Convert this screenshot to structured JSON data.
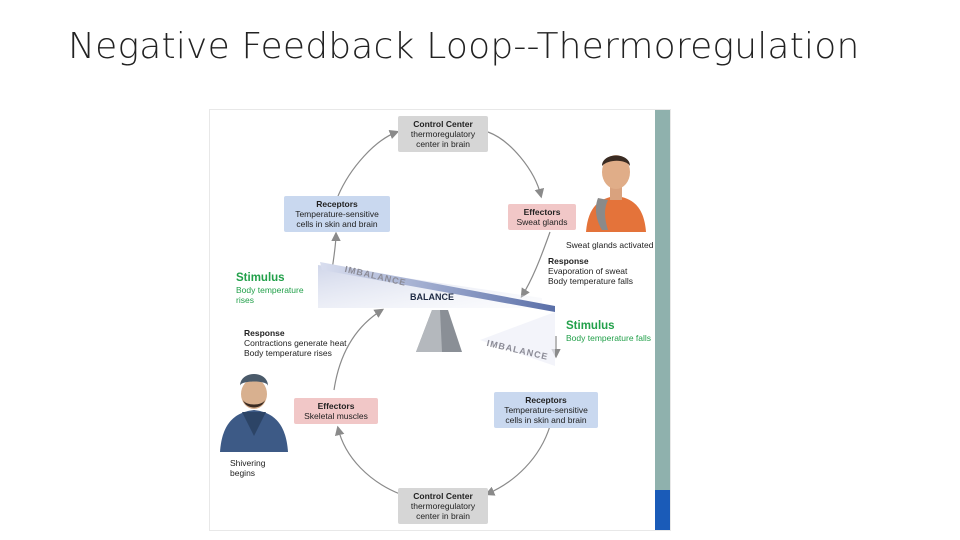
{
  "slide": {
    "title": "Negative Feedback Loop--Thermoregulation"
  },
  "diagram": {
    "control_center_top": {
      "heading": "Control Center",
      "line1": "thermoregulatory",
      "line2": "center in brain"
    },
    "receptors_top": {
      "heading": "Receptors",
      "line1": "Temperature-sensitive",
      "line2": "cells in skin and brain"
    },
    "effectors_top": {
      "heading": "Effectors",
      "line1": "Sweat glands"
    },
    "sweat_label": "Sweat glands activated",
    "response_top": {
      "heading": "Response",
      "line1": "Evaporation of sweat",
      "line2": "Body temperature falls"
    },
    "stimulus_left": {
      "heading": "Stimulus",
      "line1": "Body temperature",
      "line2": "rises"
    },
    "imbalance_top": "IMBALANCE",
    "balance": "BALANCE",
    "stimulus_right": {
      "heading": "Stimulus",
      "line1": "Body temperature falls"
    },
    "response_bottom": {
      "heading": "Response",
      "line1": "Contractions generate heat",
      "line2": "Body temperature rises"
    },
    "imbalance_bottom": "IMBALANCE",
    "effectors_bottom": {
      "heading": "Effectors",
      "line1": "Skeletal muscles"
    },
    "receptors_bottom": {
      "heading": "Receptors",
      "line1": "Temperature-sensitive",
      "line2": "cells in skin and brain"
    },
    "shiver_label": {
      "line1": "Shivering",
      "line2": "begins"
    },
    "control_center_bottom": {
      "heading": "Control Center",
      "line1": "thermoregulatory",
      "line2": "center in brain"
    }
  },
  "colors": {
    "stimulus": "#22a04a",
    "receptor_box": "#c9d8ef",
    "effector_box": "#f1c7c7",
    "control_box": "#d6d6d6"
  }
}
